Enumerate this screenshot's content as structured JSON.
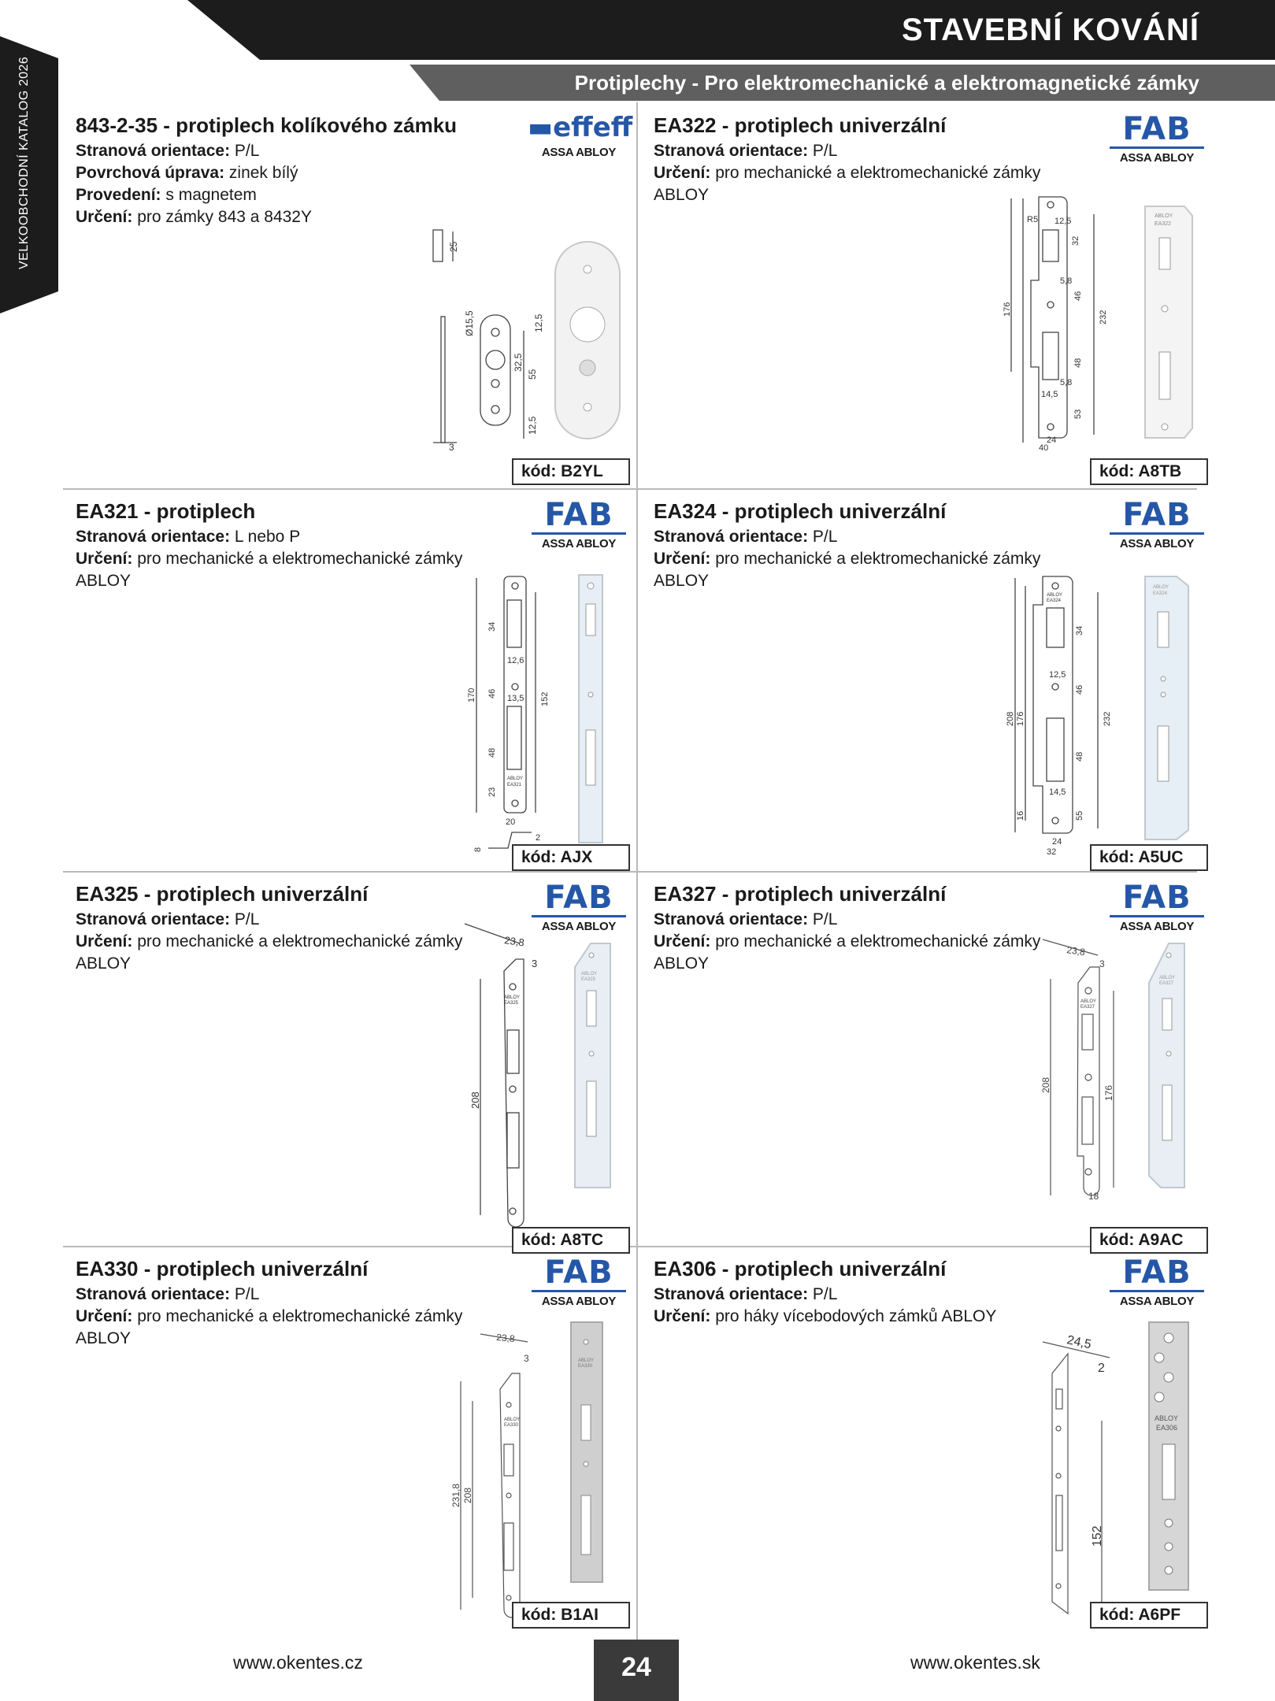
{
  "header": {
    "title": "STAVEBNÍ KOVÁNÍ",
    "subtitle": "Protiplechy -  Pro elektromechanické a elektromagnetické zámky"
  },
  "side_tab": {
    "text": "VELKOOBCHODNÍ KATALOG 2026"
  },
  "products": [
    {
      "title": "843-2-35 - protiplech kolíkového zámku",
      "brand": "effeff",
      "brand_sub": "ASSA ABLOY",
      "lines": [
        {
          "label": "Stranová orientace:",
          "value": " P/L"
        },
        {
          "label": "Povrchová úprava:",
          "value": " zinek bílý"
        },
        {
          "label": "Provedení:",
          "value": " s magnetem"
        },
        {
          "label": "Určení:",
          "value": " pro zámky 843 a 8432Y"
        }
      ],
      "dims": [
        "25",
        "Ø15,5",
        "12,5",
        "32,5",
        "55",
        "12,5",
        "3"
      ],
      "code": "kód: B2YL"
    },
    {
      "title": "EA322 - protiplech univerzální",
      "brand": "FAB",
      "brand_sub": "ASSA ABLOY",
      "lines": [
        {
          "label": "Stranová orientace:",
          "value": " P/L"
        },
        {
          "label": "Určení:",
          "value": " pro mechanické a elektromechanické zámky"
        },
        {
          "label": "",
          "value": "ABLOY"
        }
      ],
      "dims": [
        "R5",
        "12,5",
        "32",
        "5,8",
        "46",
        "176",
        "232",
        "48",
        "5,8",
        "14,5",
        "53",
        "24",
        "40"
      ],
      "stamp": [
        "ABLOY",
        "EA322"
      ],
      "code": "kód: A8TB"
    },
    {
      "title": "EA321 - protiplech",
      "brand": "FAB",
      "brand_sub": "ASSA ABLOY",
      "lines": [
        {
          "label": "Stranová orientace:",
          "value": " L nebo P"
        },
        {
          "label": "Určení:",
          "value": " pro mechanické a elektromechanické zámky"
        },
        {
          "label": "",
          "value": "ABLOY"
        }
      ],
      "dims": [
        "34",
        "12,6",
        "170",
        "46",
        "13,5",
        "152",
        "48",
        "23",
        "20",
        "8",
        "2"
      ],
      "stamp": [
        "ABLOY",
        "EA321"
      ],
      "code": "kód: AJX"
    },
    {
      "title": "EA324 - protiplech univerzální",
      "brand": "FAB",
      "brand_sub": "ASSA ABLOY",
      "lines": [
        {
          "label": "Stranová orientace:",
          "value": " P/L"
        },
        {
          "label": "Určení:",
          "value": " pro mechanické a elektromechanické zámky"
        },
        {
          "label": "",
          "value": "ABLOY"
        }
      ],
      "dims": [
        "34",
        "12,5",
        "208",
        "176",
        "46",
        "232",
        "48",
        "14,5",
        "16",
        "55",
        "24",
        "32"
      ],
      "stamp": [
        "ABLOY",
        "EA324"
      ],
      "code": "kód: A5UC"
    },
    {
      "title": "EA325 - protiplech univerzální",
      "brand": "FAB",
      "brand_sub": "ASSA ABLOY",
      "lines": [
        {
          "label": "Stranová orientace:",
          "value": " P/L"
        },
        {
          "label": "Určení:",
          "value": " pro mechanické a elektromechanické zámky"
        },
        {
          "label": "",
          "value": "ABLOY"
        }
      ],
      "dims": [
        "23,8",
        "3",
        "208"
      ],
      "stamp": [
        "ABLOY",
        "EA325"
      ],
      "code": "kód: A8TC"
    },
    {
      "title": "EA327 - protiplech univerzální",
      "brand": "FAB",
      "brand_sub": "ASSA ABLOY",
      "lines": [
        {
          "label": "Stranová orientace:",
          "value": " P/L"
        },
        {
          "label": "Určení:",
          "value": " pro mechanické a elektromechanické zámky"
        },
        {
          "label": "",
          "value": "ABLOY"
        }
      ],
      "dims": [
        "23,8",
        "3",
        "208",
        "176",
        "18"
      ],
      "stamp": [
        "ABLOY",
        "EA327"
      ],
      "code": "kód: A9AC"
    },
    {
      "title": "EA330 - protiplech univerzální",
      "brand": "FAB",
      "brand_sub": "ASSA ABLOY",
      "lines": [
        {
          "label": "Stranová orientace:",
          "value": " P/L"
        },
        {
          "label": "Určení:",
          "value": " pro mechanické a elektromechanické zámky"
        },
        {
          "label": "",
          "value": "ABLOY"
        }
      ],
      "dims": [
        "23,8",
        "3",
        "231,8",
        "208"
      ],
      "stamp": [
        "ABLOY",
        "EA330"
      ],
      "code": "kód: B1AI"
    },
    {
      "title": "EA306 - protiplech univerzální",
      "brand": "FAB",
      "brand_sub": "ASSA ABLOY",
      "lines": [
        {
          "label": "Stranová orientace:",
          "value": " P/L"
        },
        {
          "label": "Určení:",
          "value": " pro háky vícebodových zámků ABLOY"
        }
      ],
      "dims": [
        "24,5",
        "2",
        "152"
      ],
      "stamp": [
        "ABLOY",
        "EA306"
      ],
      "code": "kód: A6PF"
    }
  ],
  "footer": {
    "left_url": "www.okentes.cz",
    "page": "24",
    "right_url": "www.okentes.sk"
  }
}
